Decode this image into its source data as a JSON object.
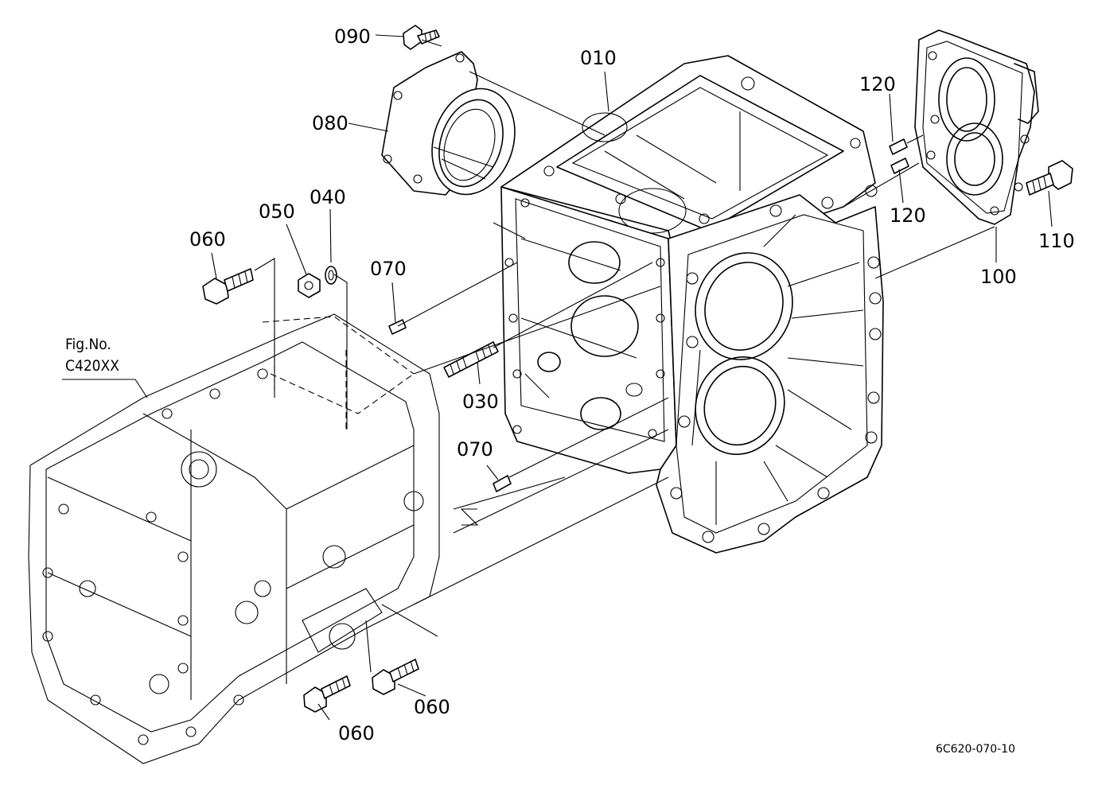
{
  "diagram": {
    "part_labels": {
      "p010": "010",
      "p030": "030",
      "p040": "040",
      "p050": "050",
      "p060_top": "060",
      "p060_bottom_left": "060",
      "p060_bottom_right": "060",
      "p070_upper": "070",
      "p070_lower": "070",
      "p080": "080",
      "p090": "090",
      "p100": "100",
      "p110": "110",
      "p120_upper": "120",
      "p120_lower": "120"
    },
    "figure_reference": {
      "line1": "Fig.No.",
      "line2": "C420XX"
    },
    "drawing_id": "6C620-070-10"
  }
}
